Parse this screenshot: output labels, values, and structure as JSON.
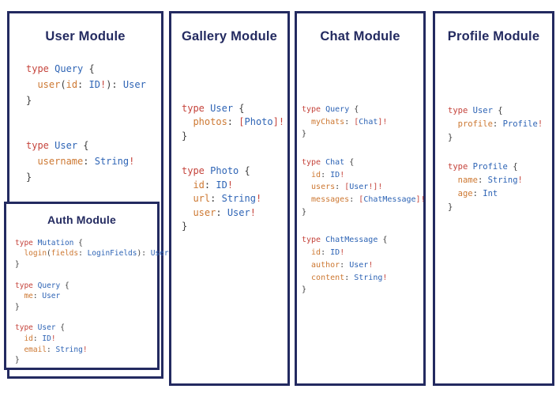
{
  "colors": {
    "border": "#232a60",
    "title": "#232a60",
    "kw": "#c5443c",
    "typ": "#2e64b5",
    "fld": "#cd7832",
    "bang": "#c5443c",
    "punct": "#3d3d3d",
    "bg": "#ffffff"
  },
  "modules": {
    "user": {
      "title": "User Module",
      "blocks": [
        [
          [
            [
              "type",
              "k"
            ],
            [
              " ",
              "p"
            ],
            [
              "Query",
              "t"
            ],
            [
              " {",
              "p"
            ]
          ],
          [
            [
              "  user",
              "f"
            ],
            [
              "(",
              "p"
            ],
            [
              "id",
              "f"
            ],
            [
              ":",
              "p"
            ],
            [
              " ",
              "p"
            ],
            [
              "ID",
              "t"
            ],
            [
              "!",
              "b"
            ],
            [
              "):",
              "p"
            ],
            [
              " ",
              "p"
            ],
            [
              "User",
              "t"
            ]
          ],
          [
            [
              "}",
              "p"
            ]
          ]
        ],
        [
          [
            [
              "type",
              "k"
            ],
            [
              " ",
              "p"
            ],
            [
              "User",
              "t"
            ],
            [
              " {",
              "p"
            ]
          ],
          [
            [
              "  username",
              "f"
            ],
            [
              ":",
              "p"
            ],
            [
              " ",
              "p"
            ],
            [
              "String",
              "t"
            ],
            [
              "!",
              "b"
            ]
          ],
          [
            [
              "}",
              "p"
            ]
          ]
        ]
      ]
    },
    "auth": {
      "title": "Auth Module",
      "blocks": [
        [
          [
            [
              "type",
              "k"
            ],
            [
              " ",
              "p"
            ],
            [
              "Mutation",
              "t"
            ],
            [
              " {",
              "p"
            ]
          ],
          [
            [
              "  login",
              "f"
            ],
            [
              "(",
              "p"
            ],
            [
              "fields",
              "f"
            ],
            [
              ":",
              "p"
            ],
            [
              " ",
              "p"
            ],
            [
              "LoginFields",
              "t"
            ],
            [
              "):",
              "p"
            ],
            [
              " ",
              "p"
            ],
            [
              "User",
              "t"
            ]
          ],
          [
            [
              "}",
              "p"
            ]
          ]
        ],
        [
          [
            [
              "type",
              "k"
            ],
            [
              " ",
              "p"
            ],
            [
              "Query",
              "t"
            ],
            [
              " {",
              "p"
            ]
          ],
          [
            [
              "  me",
              "f"
            ],
            [
              ":",
              "p"
            ],
            [
              " ",
              "p"
            ],
            [
              "User",
              "t"
            ]
          ],
          [
            [
              "}",
              "p"
            ]
          ]
        ],
        [
          [
            [
              "type",
              "k"
            ],
            [
              " ",
              "p"
            ],
            [
              "User",
              "t"
            ],
            [
              " {",
              "p"
            ]
          ],
          [
            [
              "  id",
              "f"
            ],
            [
              ":",
              "p"
            ],
            [
              " ",
              "p"
            ],
            [
              "ID",
              "t"
            ],
            [
              "!",
              "b"
            ]
          ],
          [
            [
              "  email",
              "f"
            ],
            [
              ":",
              "p"
            ],
            [
              " ",
              "p"
            ],
            [
              "String",
              "t"
            ],
            [
              "!",
              "b"
            ]
          ],
          [
            [
              "}",
              "p"
            ]
          ]
        ]
      ]
    },
    "gallery": {
      "title": "Gallery Module",
      "blocks": [
        [
          [
            [
              "type",
              "k"
            ],
            [
              " ",
              "p"
            ],
            [
              "User",
              "t"
            ],
            [
              " {",
              "p"
            ]
          ],
          [
            [
              "  photos",
              "f"
            ],
            [
              ":",
              "p"
            ],
            [
              " ",
              "p"
            ],
            [
              "[",
              "b"
            ],
            [
              "Photo",
              "t"
            ],
            [
              "]",
              "b"
            ],
            [
              "!",
              "b"
            ]
          ],
          [
            [
              "}",
              "p"
            ]
          ]
        ],
        [
          [
            [
              "type",
              "k"
            ],
            [
              " ",
              "p"
            ],
            [
              "Photo",
              "t"
            ],
            [
              " {",
              "p"
            ]
          ],
          [
            [
              "  id",
              "f"
            ],
            [
              ":",
              "p"
            ],
            [
              " ",
              "p"
            ],
            [
              "ID",
              "t"
            ],
            [
              "!",
              "b"
            ]
          ],
          [
            [
              "  url",
              "f"
            ],
            [
              ":",
              "p"
            ],
            [
              " ",
              "p"
            ],
            [
              "String",
              "t"
            ],
            [
              "!",
              "b"
            ]
          ],
          [
            [
              "  user",
              "f"
            ],
            [
              ":",
              "p"
            ],
            [
              " ",
              "p"
            ],
            [
              "User",
              "t"
            ],
            [
              "!",
              "b"
            ]
          ],
          [
            [
              "}",
              "p"
            ]
          ]
        ]
      ]
    },
    "chat": {
      "title": "Chat Module",
      "blocks": [
        [
          [
            [
              "type",
              "k"
            ],
            [
              " ",
              "p"
            ],
            [
              "Query",
              "t"
            ],
            [
              " {",
              "p"
            ]
          ],
          [
            [
              "  myChats",
              "f"
            ],
            [
              ":",
              "p"
            ],
            [
              " ",
              "p"
            ],
            [
              "[",
              "b"
            ],
            [
              "Chat",
              "t"
            ],
            [
              "]",
              "b"
            ],
            [
              "!",
              "b"
            ]
          ],
          [
            [
              "}",
              "p"
            ]
          ]
        ],
        [
          [
            [
              "type",
              "k"
            ],
            [
              " ",
              "p"
            ],
            [
              "Chat",
              "t"
            ],
            [
              " {",
              "p"
            ]
          ],
          [
            [
              "  id",
              "f"
            ],
            [
              ":",
              "p"
            ],
            [
              " ",
              "p"
            ],
            [
              "ID",
              "t"
            ],
            [
              "!",
              "b"
            ]
          ],
          [
            [
              "  users",
              "f"
            ],
            [
              ":",
              "p"
            ],
            [
              " ",
              "p"
            ],
            [
              "[",
              "b"
            ],
            [
              "User",
              "t"
            ],
            [
              "!",
              "b"
            ],
            [
              "]",
              "b"
            ],
            [
              "!",
              "b"
            ]
          ],
          [
            [
              "  messages",
              "f"
            ],
            [
              ":",
              "p"
            ],
            [
              " ",
              "p"
            ],
            [
              "[",
              "b"
            ],
            [
              "ChatMessage",
              "t"
            ],
            [
              "]",
              "b"
            ],
            [
              "!",
              "b"
            ]
          ],
          [
            [
              "}",
              "p"
            ]
          ]
        ],
        [
          [
            [
              "type",
              "k"
            ],
            [
              " ",
              "p"
            ],
            [
              "ChatMessage",
              "t"
            ],
            [
              " {",
              "p"
            ]
          ],
          [
            [
              "  id",
              "f"
            ],
            [
              ":",
              "p"
            ],
            [
              " ",
              "p"
            ],
            [
              "ID",
              "t"
            ],
            [
              "!",
              "b"
            ]
          ],
          [
            [
              "  author",
              "f"
            ],
            [
              ":",
              "p"
            ],
            [
              " ",
              "p"
            ],
            [
              "User",
              "t"
            ],
            [
              "!",
              "b"
            ]
          ],
          [
            [
              "  content",
              "f"
            ],
            [
              ":",
              "p"
            ],
            [
              " ",
              "p"
            ],
            [
              "String",
              "t"
            ],
            [
              "!",
              "b"
            ]
          ],
          [
            [
              "}",
              "p"
            ]
          ]
        ]
      ]
    },
    "profile": {
      "title": "Profile Module",
      "blocks": [
        [
          [
            [
              "type",
              "k"
            ],
            [
              " ",
              "p"
            ],
            [
              "User",
              "t"
            ],
            [
              " {",
              "p"
            ]
          ],
          [
            [
              "  profile",
              "f"
            ],
            [
              ":",
              "p"
            ],
            [
              " ",
              "p"
            ],
            [
              "Profile",
              "t"
            ],
            [
              "!",
              "b"
            ]
          ],
          [
            [
              "}",
              "p"
            ]
          ]
        ],
        [
          [
            [
              "type",
              "k"
            ],
            [
              " ",
              "p"
            ],
            [
              "Profile",
              "t"
            ],
            [
              " {",
              "p"
            ]
          ],
          [
            [
              "  name",
              "f"
            ],
            [
              ":",
              "p"
            ],
            [
              " ",
              "p"
            ],
            [
              "String",
              "t"
            ],
            [
              "!",
              "b"
            ]
          ],
          [
            [
              "  age",
              "f"
            ],
            [
              ":",
              "p"
            ],
            [
              " ",
              "p"
            ],
            [
              "Int",
              "t"
            ]
          ],
          [
            [
              "}",
              "p"
            ]
          ]
        ]
      ]
    }
  }
}
